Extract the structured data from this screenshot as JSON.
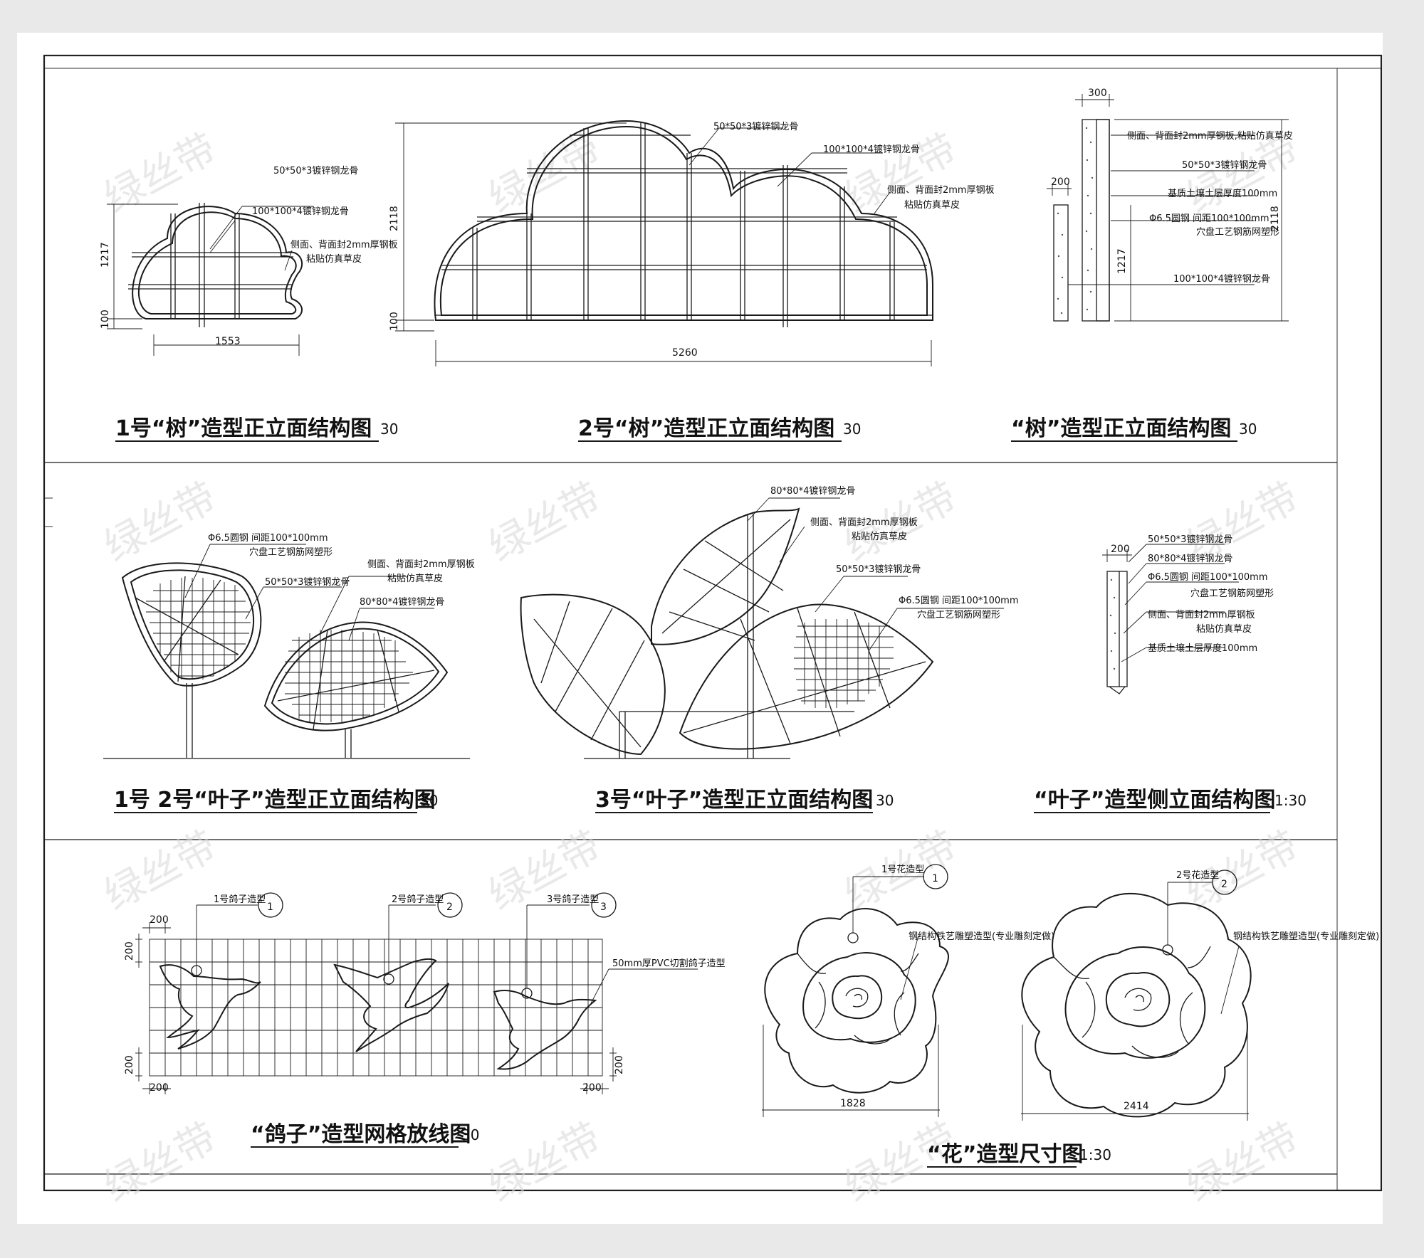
{
  "titles": {
    "tree1": "1号“树”造型正立面结构图",
    "tree1_scale": "30",
    "tree2": "2号“树”造型正立面结构图",
    "tree2_scale": "30",
    "tree_side": "“树”造型正立面结构图",
    "tree_side_scale": "30",
    "leaf12": "1号 2号“叶子”造型正立面结构图",
    "leaf12_scale": "30",
    "leaf3": "3号“叶子”造型正立面结构图",
    "leaf3_scale": "30",
    "leaf_side": "“叶子”造型侧立面结构图",
    "leaf_side_scale": "1:30",
    "pigeon": "“鸽子”造型网格放线图",
    "pigeon_scale": "30",
    "flower": "“花”造型尺寸图",
    "flower_scale": "1:30"
  },
  "notes": {
    "steel_50": "50*50*3镀锌钢龙骨",
    "steel_100": "100*100*4镀锌钢龙骨",
    "steel_80": "80*80*4镀锌钢龙骨",
    "side_plate_a": "侧面、背面封2mm厚钢板",
    "side_plate_b": "粘贴仿真草皮",
    "side_plate_line1": "侧面、背面封2mm厚钢板,粘贴仿真草皮",
    "soil": "基质土壤土层厚度100mm",
    "rebar": "Φ6.5圆钢  间距100*100mm",
    "rebar_b": "穴盘工艺钢筋网塑形",
    "pvc": "50mm厚PVC切割鸽子造型",
    "pigeon1": "1号鸽子造型",
    "pigeon2": "2号鸽子造型",
    "pigeon3": "3号鸽子造型",
    "flower1": "1号花造型",
    "flower2": "2号花造型",
    "flower_steel": "钢结构铁艺雕塑造型(专业雕刻定做)"
  },
  "dims": {
    "tree1_w": "1553",
    "tree1_h": "1217",
    "tree1_base": "100",
    "tree2_w": "5260",
    "tree2_h": "2118",
    "tree2_base": "100",
    "side_top": "300",
    "side_small": "200",
    "side_h1": "1217",
    "side_h2": "2118",
    "leaf_side_w": "200",
    "grid_cell": "200",
    "flower1_w": "1828",
    "flower2_w": "2414"
  },
  "callouts": {
    "c1": "1",
    "c2": "2",
    "c3": "3"
  },
  "watermark": "绿丝带"
}
